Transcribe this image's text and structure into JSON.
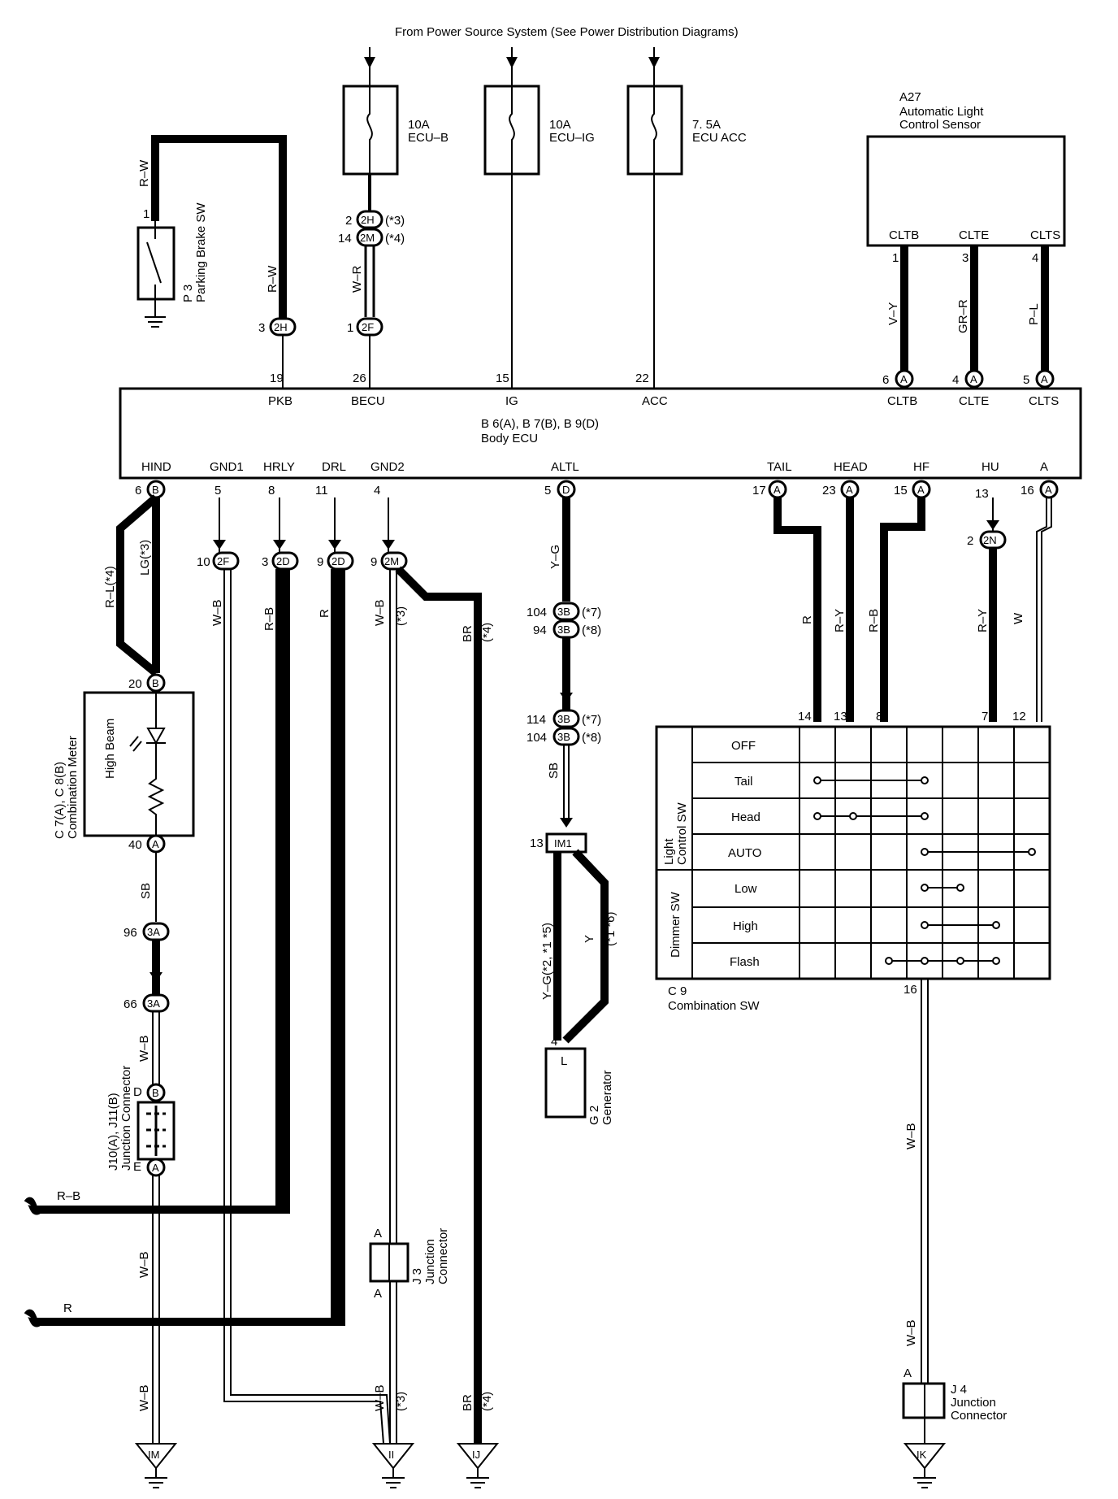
{
  "header": {
    "power_source": "From Power Source System (See Power Distribution Diagrams)"
  },
  "fuses": [
    {
      "rating": "10A",
      "name": "ECU–B"
    },
    {
      "rating": "10A",
      "name": "ECU–IG"
    },
    {
      "rating": "7. 5A",
      "name": "ECU ACC"
    }
  ],
  "sensor": {
    "code": "A27",
    "name_line1": "Automatic Light",
    "name_line2": "Control Sensor",
    "pins": [
      {
        "label": "CLTB",
        "num": "1",
        "wire": "V–Y",
        "ecu_pin": "6",
        "conn": "A"
      },
      {
        "label": "CLTE",
        "num": "3",
        "wire": "GR–R",
        "ecu_pin": "4",
        "conn": "A"
      },
      {
        "label": "CLTS",
        "num": "4",
        "wire": "P–L",
        "ecu_pin": "5",
        "conn": "A"
      }
    ]
  },
  "parking_brake": {
    "code": "P 3",
    "name": "Parking Brake SW",
    "wire": "R–W",
    "pin": "1"
  },
  "pkb_wire": "R–W",
  "becu_wire": "W–R",
  "connectors_top": {
    "c2h": {
      "pin": "2",
      "name": "2H",
      "note": "(*3)"
    },
    "c2m": {
      "pin": "14",
      "name": "2M",
      "note": "(*4)"
    },
    "c2h_b": {
      "pin": "3",
      "name": "2H"
    },
    "c2f": {
      "pin": "1",
      "name": "2F"
    }
  },
  "ecu": {
    "title_line1": "B 6(A), B 7(B), B 9(D)",
    "title_line2": "Body ECU",
    "top_pins": [
      {
        "label": "PKB",
        "num": "19"
      },
      {
        "label": "BECU",
        "num": "26"
      },
      {
        "label": "IG",
        "num": "15"
      },
      {
        "label": "ACC",
        "num": "22"
      },
      {
        "label": "CLTB",
        "num": ""
      },
      {
        "label": "CLTE",
        "num": ""
      },
      {
        "label": "CLTS",
        "num": ""
      }
    ],
    "bottom_pins": [
      {
        "label": "HIND",
        "num": "6",
        "conn": "B"
      },
      {
        "label": "GND1",
        "num": "5",
        "conn": ""
      },
      {
        "label": "HRLY",
        "num": "8",
        "conn": ""
      },
      {
        "label": "DRL",
        "num": "11",
        "conn": ""
      },
      {
        "label": "GND2",
        "num": "4",
        "conn": ""
      },
      {
        "label": "ALTL",
        "num": "5",
        "conn": "D"
      },
      {
        "label": "TAIL",
        "num": "17",
        "conn": "A"
      },
      {
        "label": "HEAD",
        "num": "23",
        "conn": "A"
      },
      {
        "label": "HF",
        "num": "15",
        "conn": "A"
      },
      {
        "label": "HU",
        "num": "13",
        "conn": ""
      },
      {
        "label": "A",
        "num": "16",
        "conn": "A"
      }
    ]
  },
  "meter": {
    "code_line1": "C 7(A), C 8(B)",
    "code_line2": "Combination Meter",
    "lamp": "High Beam",
    "pin_top": "20",
    "conn_top": "B",
    "pin_bottom": "40",
    "conn_bottom": "A"
  },
  "hind_wires": {
    "left": "R–L(*4)",
    "right": "LG(*3)"
  },
  "left_chain": {
    "wire1": "SB",
    "c3a_1": {
      "pin": "96",
      "name": "3A"
    },
    "c3a_2": {
      "pin": "66",
      "name": "3A"
    },
    "wire2": "W–B",
    "jc_code": "J10(A), J11(B)",
    "jc_name": "Junction Connector",
    "jc_top": "D",
    "jc_top_conn": "B",
    "jc_bottom": "E",
    "jc_bottom_conn": "A",
    "wire3": "W–B",
    "wire4": "W–B",
    "ground": "IM"
  },
  "mid_connectors": [
    {
      "pin": "10",
      "name": "2F",
      "wire": "W–B"
    },
    {
      "pin": "3",
      "name": "2D",
      "wire": "R–B"
    },
    {
      "pin": "9",
      "name": "2D",
      "wire": "R"
    },
    {
      "pin": "9",
      "name": "2M",
      "wire": "W–B",
      "note": "(*3)"
    }
  ],
  "br_wire": {
    "wire": "BR",
    "note": "(*4)"
  },
  "side_wires": [
    {
      "wire": "R–B"
    },
    {
      "wire": "R"
    }
  ],
  "j3": {
    "code": "J 3",
    "name_line1": "Junction",
    "name_line2": "Connector",
    "pin_a1": "A",
    "pin_a2": "A"
  },
  "bottom_wires": {
    "wb": "W–B",
    "wb_note": "(*3)",
    "br": "BR",
    "br_note": "(*4)"
  },
  "grounds": {
    "ii": "II",
    "ij": "IJ"
  },
  "altl_chain": {
    "wire1": "Y–G",
    "c3b": [
      {
        "pin": "104",
        "name": "3B",
        "note": "(*7)"
      },
      {
        "pin": "94",
        "name": "3B",
        "note": "(*8)"
      },
      {
        "pin": "114",
        "name": "3B",
        "note": "(*7)"
      },
      {
        "pin": "104",
        "name": "3B",
        "note": "(*8)"
      }
    ],
    "wire2": "SB",
    "im1": {
      "pin": "13",
      "name": "IM1"
    },
    "wire3": "Y–G(*2, *1 *5)",
    "wire4": "Y",
    "wire4_note": "(*1 *6)",
    "gen_pin": "4",
    "gen_terminal": "L",
    "gen_code": "G 2",
    "gen_name": "Generator"
  },
  "right_wires": [
    {
      "wire": "R",
      "pin": "14"
    },
    {
      "wire": "R–Y",
      "pin": "13"
    },
    {
      "wire": "R–B",
      "pin": "8"
    },
    {
      "wire": "R–Y",
      "pin": "7"
    },
    {
      "wire": "W",
      "pin": "12"
    }
  ],
  "c2n": {
    "pin": "2",
    "name": "2N"
  },
  "switch": {
    "code": "C 9",
    "name": "Combination SW",
    "group1": "Light Control SW",
    "group1_line1": "Light",
    "group1_line2": "Control SW",
    "group2": "Dimmer SW",
    "rows": [
      "OFF",
      "Tail",
      "Head",
      "AUTO",
      "Low",
      "High",
      "Flash"
    ],
    "ground_pin": "16",
    "wire": "W–B",
    "wire2": "W–B"
  },
  "j4": {
    "code": "J 4",
    "name_line1": "Junction",
    "name_line2": "Connector",
    "pin": "A",
    "ground": "IK"
  }
}
